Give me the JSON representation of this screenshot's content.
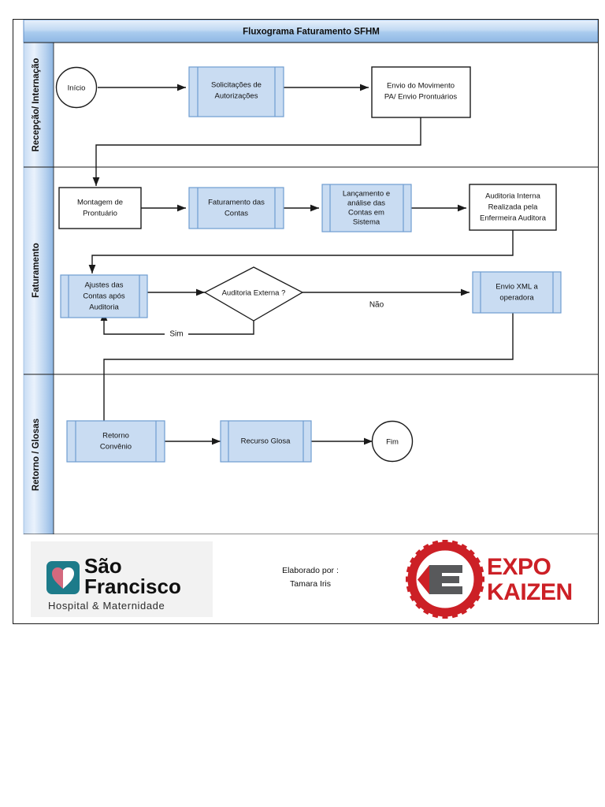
{
  "document": {
    "title": "Fluxograma Faturamento SFHM"
  },
  "lanes": [
    {
      "id": "lane-recepcao",
      "label": "Recepção/ Internação"
    },
    {
      "id": "lane-faturamento",
      "label": "Faturamento"
    },
    {
      "id": "lane-retorno",
      "label": "Retorno / Glosas"
    }
  ],
  "nodes": {
    "inicio": {
      "label": "Início",
      "shape": "terminator"
    },
    "solicitacoes": {
      "line1": "Solicitações de",
      "line2": "Autorizações",
      "shape": "predefined-process"
    },
    "envio_movimento": {
      "line1": "Envio do Movimento",
      "line2": "PA/ Envio Prontuários",
      "shape": "process"
    },
    "montagem": {
      "line1": "Montagem de",
      "line2": "Prontuário",
      "shape": "process"
    },
    "faturamento_contas": {
      "line1": "Faturamento das",
      "line2": "Contas",
      "shape": "predefined-process"
    },
    "lancamento": {
      "line1": "Lançamento e",
      "line2": "análise das",
      "line3": "Contas em",
      "line4": "Sistema",
      "shape": "predefined-process"
    },
    "auditoria_interna": {
      "line1": "Auditoria Interna",
      "line2": "Realizada pela",
      "line3": "Enfermeira Auditora",
      "shape": "process"
    },
    "ajustes": {
      "line1": "Ajustes das",
      "line2": "Contas após",
      "line3": "Auditoria",
      "shape": "predefined-process"
    },
    "decisao": {
      "label": "Auditoria Externa ?",
      "shape": "decision"
    },
    "envio_xml": {
      "line1": "Envio XML a",
      "line2": "operadora",
      "shape": "predefined-process"
    },
    "retorno_convenio": {
      "line1": "Retorno",
      "line2": "Convênio",
      "shape": "predefined-process"
    },
    "recurso_glosa": {
      "label": "Recurso Glosa",
      "shape": "predefined-process"
    },
    "fim": {
      "label": "Fim",
      "shape": "terminator"
    }
  },
  "edge_labels": {
    "sim": "Sim",
    "nao": "Não"
  },
  "footer": {
    "logo_hospital": {
      "name_line1": "São",
      "name_line2": "Francisco",
      "subtitle": "Hospital & Maternidade"
    },
    "author_label": "Elaborado por :",
    "author_name": "Tamara Iris",
    "logo_kaizen": {
      "line1": "EXPO",
      "line2": "KAIZEN"
    }
  },
  "colors": {
    "title_bar_light": "#dce9f8",
    "title_bar_mid": "#9cc0e8",
    "lane_band_light": "#eef4fc",
    "lane_band_mid": "#8fb7e2",
    "process_fill": "#c9dcf2",
    "process_stroke": "#6f9cd0",
    "plain_stroke": "#1a1a1a",
    "kaizen_red": "#cc2026",
    "hospital_teal": "#1d7b8a",
    "hospital_pink": "#d4697e"
  }
}
